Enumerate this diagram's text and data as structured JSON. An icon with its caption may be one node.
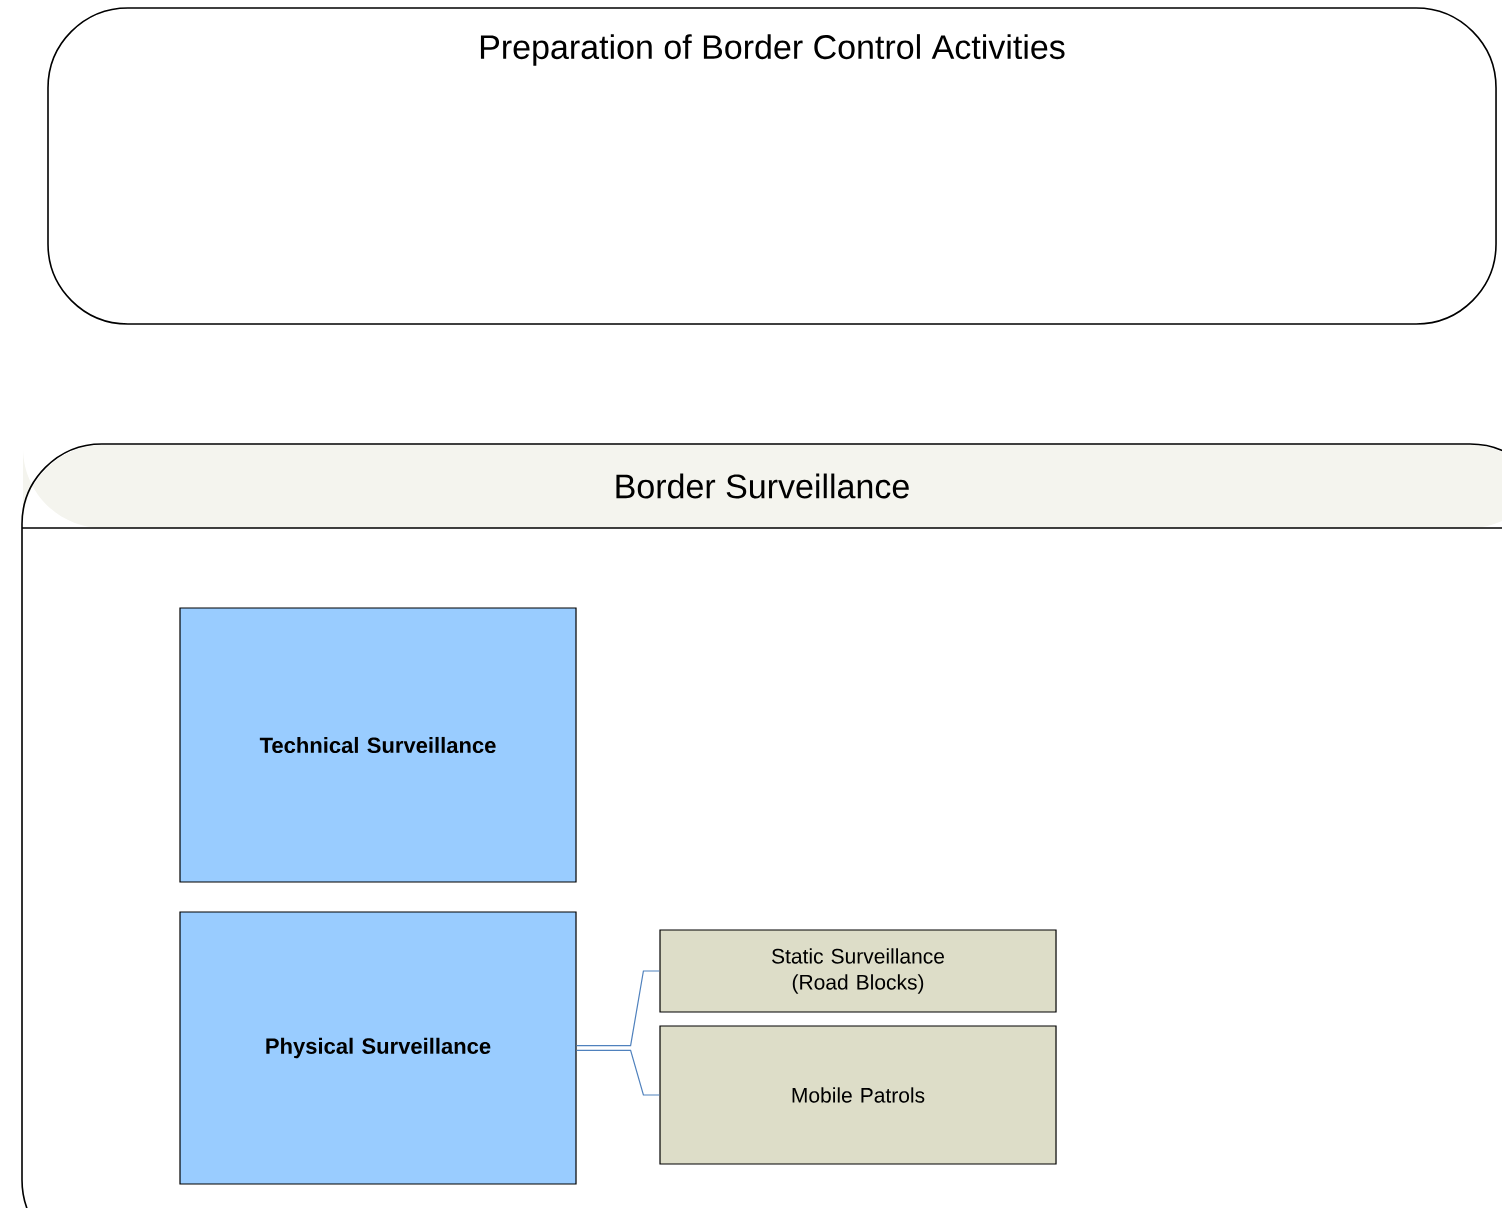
{
  "diagram": {
    "nodes": [
      {
        "text": [
          "Preparation of Border Control Activities"
        ]
      },
      {
        "text": [
          "Border Surveillance"
        ]
      },
      {
        "text": [
          "Technical Surveillance"
        ],
        "in": 1
      },
      {
        "text": [
          "Physical Surveillance"
        ],
        "in": 1
      },
      {
        "text": [
          "Static Surveillance (Road Blocks)"
        ],
        "in": 1
      },
      {
        "text": [
          "Mobile Patrols"
        ],
        "in": 1
      }
    ],
    "edges": [
      {
        "from": 3,
        "to": 4,
        "arrow": "none"
      },
      {
        "from": 3,
        "to": 5,
        "arrow": "none"
      }
    ]
  }
}
